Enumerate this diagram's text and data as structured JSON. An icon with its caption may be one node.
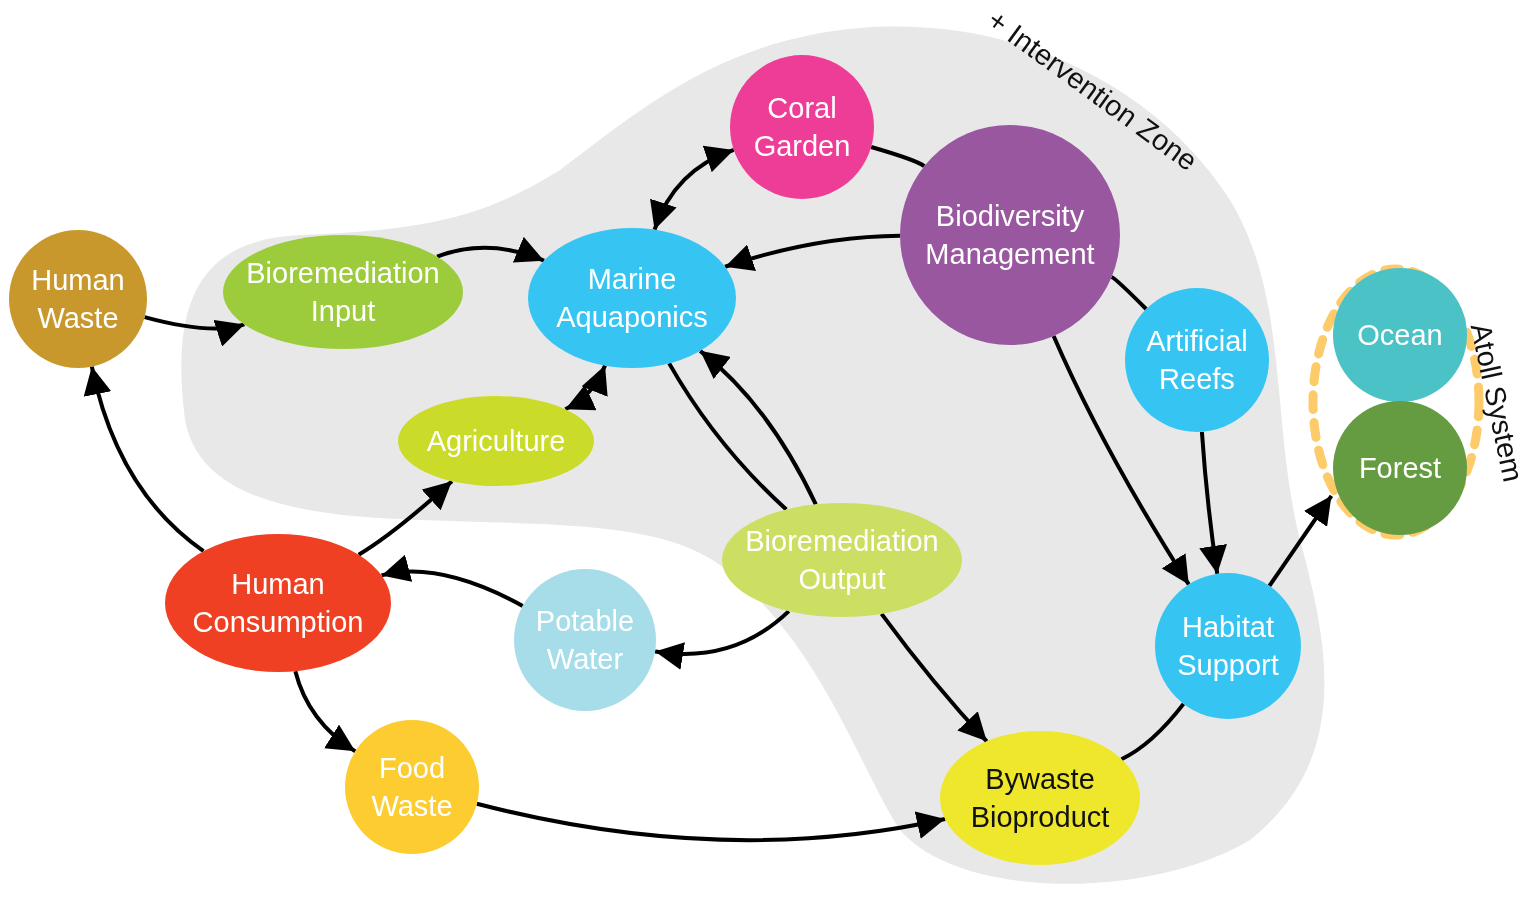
{
  "diagram": {
    "nodes": [
      {
        "text": [
          "+ Intervention Zone"
        ]
      },
      {
        "text": [
          "Coral Garden"
        ],
        "in": 0
      },
      {
        "text": [
          "Biodiversity Management"
        ],
        "in": 0
      },
      {
        "text": [
          "Human Waste"
        ]
      },
      {
        "text": [
          "Bioremediation Input"
        ],
        "in": 0
      },
      {
        "text": [
          "Marine Aquaponics"
        ],
        "in": 0
      },
      {
        "text": [
          "Artificial Reefs"
        ],
        "in": 0
      },
      {
        "text": [
          "Atoll System"
        ]
      },
      {
        "text": [
          "Ocean"
        ],
        "in": 7
      },
      {
        "text": [
          "Forest"
        ],
        "in": 7
      },
      {
        "text": [
          "Agriculture"
        ],
        "in": 0
      },
      {
        "text": [
          "Bioremediation Output"
        ],
        "in": 0
      },
      {
        "text": [
          "Human Consumption"
        ]
      },
      {
        "text": [
          "Potable Water"
        ]
      },
      {
        "text": [
          "Habitat Support"
        ],
        "in": 0
      },
      {
        "text": [
          "Food Waste"
        ]
      },
      {
        "text": [
          "Bywaste Bioproduct"
        ],
        "in": 0
      }
    ],
    "edges": [
      {
        "from": 3,
        "to": 4,
        "arrow": "to"
      },
      {
        "from": 4,
        "to": 5,
        "arrow": "to"
      },
      {
        "from": 5,
        "to": 1,
        "arrow": "both"
      },
      {
        "from": 1,
        "to": 2,
        "arrow": "none"
      },
      {
        "from": 2,
        "to": 6,
        "arrow": "none"
      },
      {
        "from": 2,
        "to": 5,
        "arrow": "to"
      },
      {
        "from": 2,
        "to": 14,
        "arrow": "to"
      },
      {
        "from": 6,
        "to": 14,
        "arrow": "to"
      },
      {
        "from": 14,
        "to": 7,
        "arrow": "to"
      },
      {
        "from": 5,
        "to": 10,
        "arrow": "both"
      },
      {
        "from": 5,
        "to": 11,
        "arrow": "none"
      },
      {
        "from": 11,
        "to": 5,
        "arrow": "to"
      },
      {
        "from": 11,
        "to": 13,
        "arrow": "to"
      },
      {
        "from": 11,
        "to": 16,
        "arrow": "to"
      },
      {
        "from": 13,
        "to": 12,
        "arrow": "to"
      },
      {
        "from": 12,
        "to": 10,
        "arrow": "to"
      },
      {
        "from": 12,
        "to": 3,
        "arrow": "to"
      },
      {
        "from": 12,
        "to": 15,
        "arrow": "to"
      },
      {
        "from": 15,
        "to": 16,
        "arrow": "to"
      },
      {
        "from": 16,
        "to": 14,
        "arrow": "none"
      }
    ]
  }
}
